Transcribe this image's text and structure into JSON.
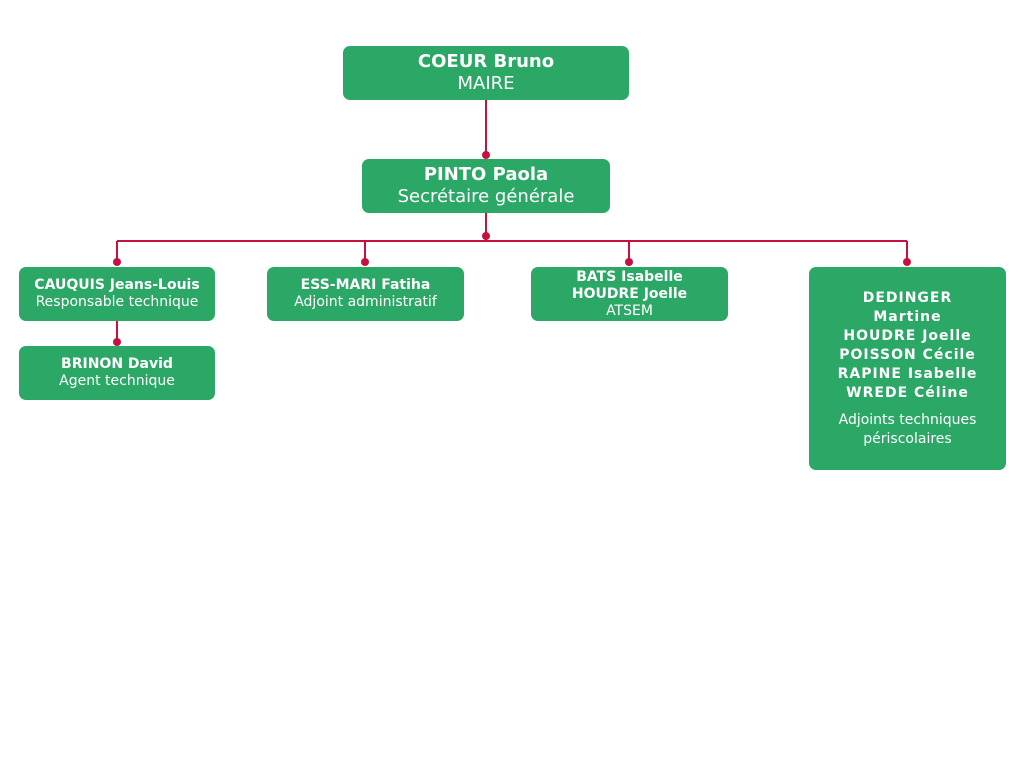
{
  "colors": {
    "box": "#2ba766",
    "text": "#ffffff",
    "connector": "#c8103e"
  },
  "nodes": {
    "maire": {
      "name": "COEUR Bruno",
      "role": "MAIRE"
    },
    "secretaire": {
      "name": "PINTO Paola",
      "role": "Secrétaire générale"
    },
    "cauquis": {
      "name": "CAUQUIS Jeans-Louis",
      "role": "Responsable technique"
    },
    "brinon": {
      "name": "BRINON David",
      "role": "Agent technique"
    },
    "essmari": {
      "name": "ESS-MARI Fatiha",
      "role": "Adjoint administratif"
    },
    "atsem": {
      "names": [
        "BATS Isabelle",
        "HOUDRE Joelle"
      ],
      "role": "ATSEM"
    },
    "periscolaire": {
      "names": [
        "DEDINGER",
        "Martine",
        "HOUDRE Joelle",
        "POISSON Cécile",
        "RAPINE Isabelle",
        "WREDE Céline"
      ],
      "role": "Adjoints techniques périscolaires"
    }
  }
}
